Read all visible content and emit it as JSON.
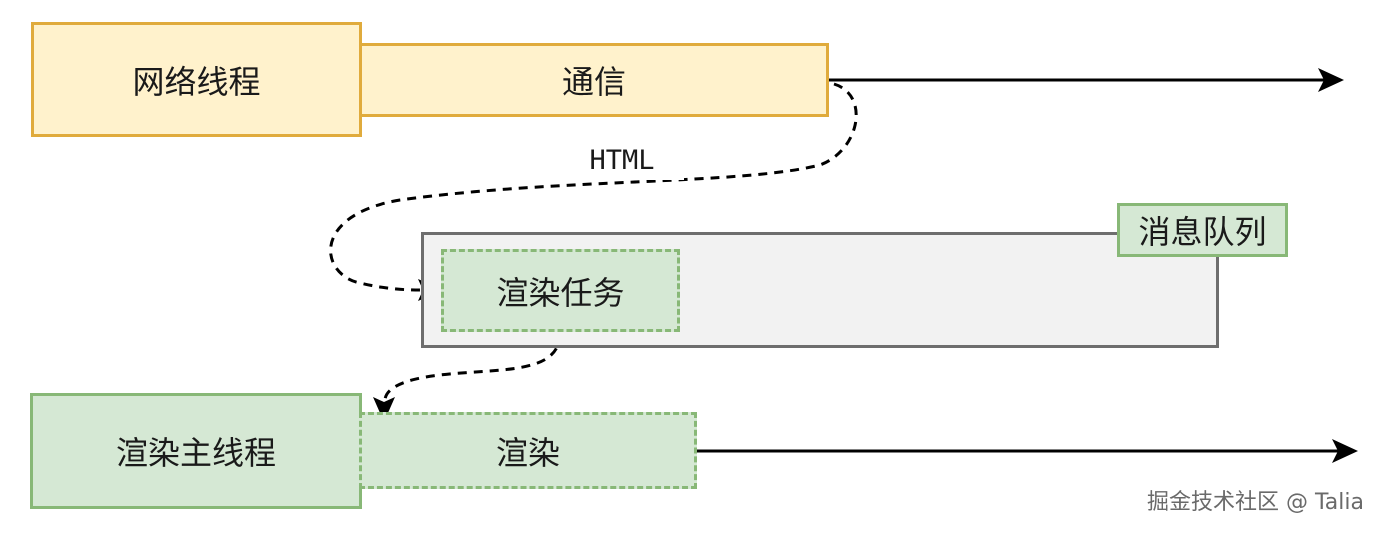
{
  "nodes": {
    "network_thread": "网络线程",
    "communication": "通信",
    "message_queue": "消息队列",
    "render_task": "渲染任务",
    "render_main_thread": "渲染主线程",
    "render": "渲染"
  },
  "edges": {
    "html_label": "HTML"
  },
  "watermark": "掘金技术社区 @ Talia",
  "colors": {
    "network_fill": "#fff2cc",
    "network_stroke": "#e0ab3c",
    "render_fill": "#d5e8d4",
    "render_stroke": "#88b877",
    "queue_fill": "#f2f2f2",
    "queue_stroke": "#6e6e6e",
    "arrow": "#000000"
  }
}
